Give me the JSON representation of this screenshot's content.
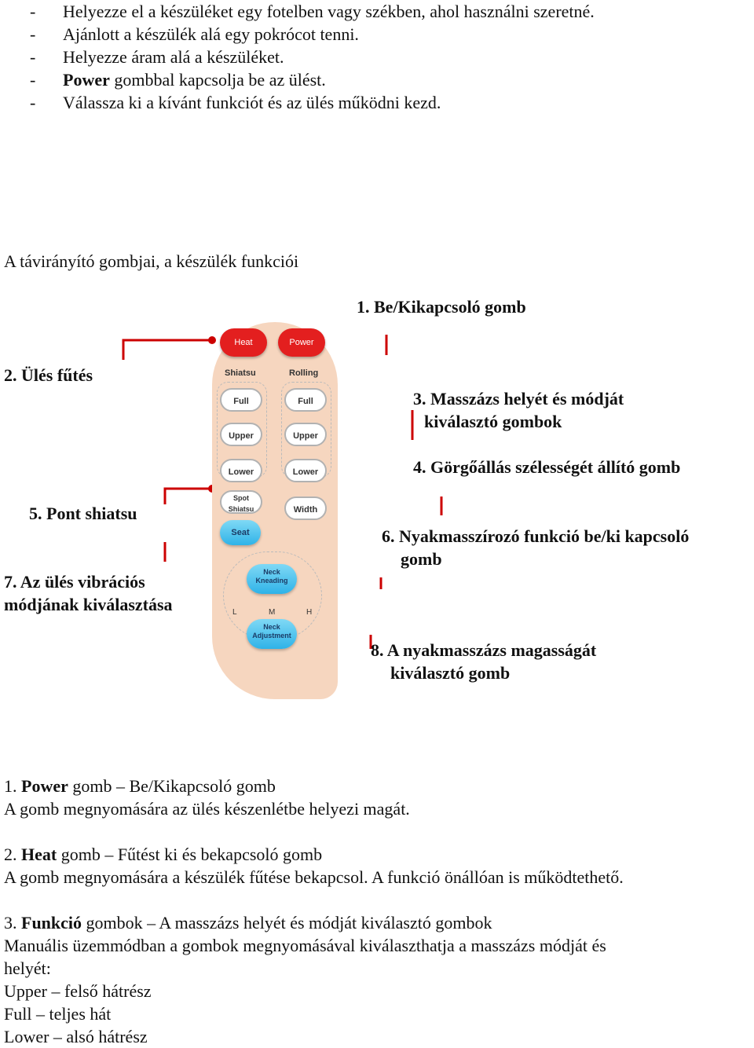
{
  "bullets": [
    {
      "dash": "-",
      "text": "Helyezze el a készüléket egy fotelben vagy székben, ahol használni szeretné."
    },
    {
      "dash": "-",
      "text": "Ajánlott a készülék alá egy pokrócot tenni."
    },
    {
      "dash": "-",
      "text": "Helyezze áram alá a készüléket."
    },
    {
      "dash": "-",
      "bold": "Power",
      "text": " gombbal kapcsolja be az ülést."
    },
    {
      "dash": "-",
      "text": "Válassza ki a kívánt funkciót és az ülés működni kezd."
    }
  ],
  "diagram_title": "A távirányító gombjai, a készülék funkciói",
  "labels": {
    "l1": "1. Be/Kikapcsoló gomb",
    "l2": "2. Ülés fűtés",
    "l3a": "3. Masszázs helyét és módját",
    "l3b": "kiválasztó gombok",
    "l4": "4. Görgőállás szélességét állító gomb",
    "l5": "5. Pont shiatsu",
    "l6a": "6. Nyakmasszírozó funkció be/ki kapcsoló",
    "l6b": "gomb",
    "l7a": "7. Az ülés vibrációs",
    "l7b": "módjának kiválasztása",
    "l8a": "8. A nyakmasszázs magasságát",
    "l8b": "kiválasztó gomb"
  },
  "remote": {
    "heat": "Heat",
    "power": "Power",
    "shiatsu": "Shiatsu",
    "rolling": "Rolling",
    "full": "Full",
    "upper": "Upper",
    "lower": "Lower",
    "spot_shiatsu": "Spot Shiatsu",
    "width": "Width",
    "seat": "Seat",
    "neck_kneading_1": "Neck",
    "neck_kneading_2": "Kneading",
    "l": "L",
    "m": "M",
    "h": "H",
    "neck_adjust_1": "Neck",
    "neck_adjust_2": "Adjustment",
    "colors": {
      "body": "#f6d6bf",
      "red": "#e31f1f",
      "blue": "#2fb3e8",
      "leader": "#cc0000"
    }
  },
  "sections": {
    "s1_num": "1. ",
    "s1_bold": "Power",
    "s1_rest": " gomb – Be/Kikapcsoló gomb",
    "s1_desc": "A gomb megnyomására az ülés készenlétbe helyezi magát.",
    "s2_num": "2. ",
    "s2_bold": "Heat",
    "s2_rest": " gomb – Fűtést ki és bekapcsoló gomb",
    "s2_desc": "A gomb megnyomására a készülék fűtése bekapcsol. A funkció önállóan is működtethető.",
    "s3_num": "3. ",
    "s3_bold": "Funkció",
    "s3_rest": " gombok – A masszázs helyét és módját kiválasztó gombok",
    "s3_desc_words": [
      "Manuális",
      "üzemmódban",
      "a",
      "gombok",
      "megnyomásával",
      "kiválaszthatja",
      "a",
      "masszázs",
      "módját",
      "és"
    ],
    "s3_desc2": "helyét:",
    "upper": "Upper – felső hátrész",
    "full": "Full – teljes hát",
    "lower": "Lower – alsó hátrész"
  }
}
